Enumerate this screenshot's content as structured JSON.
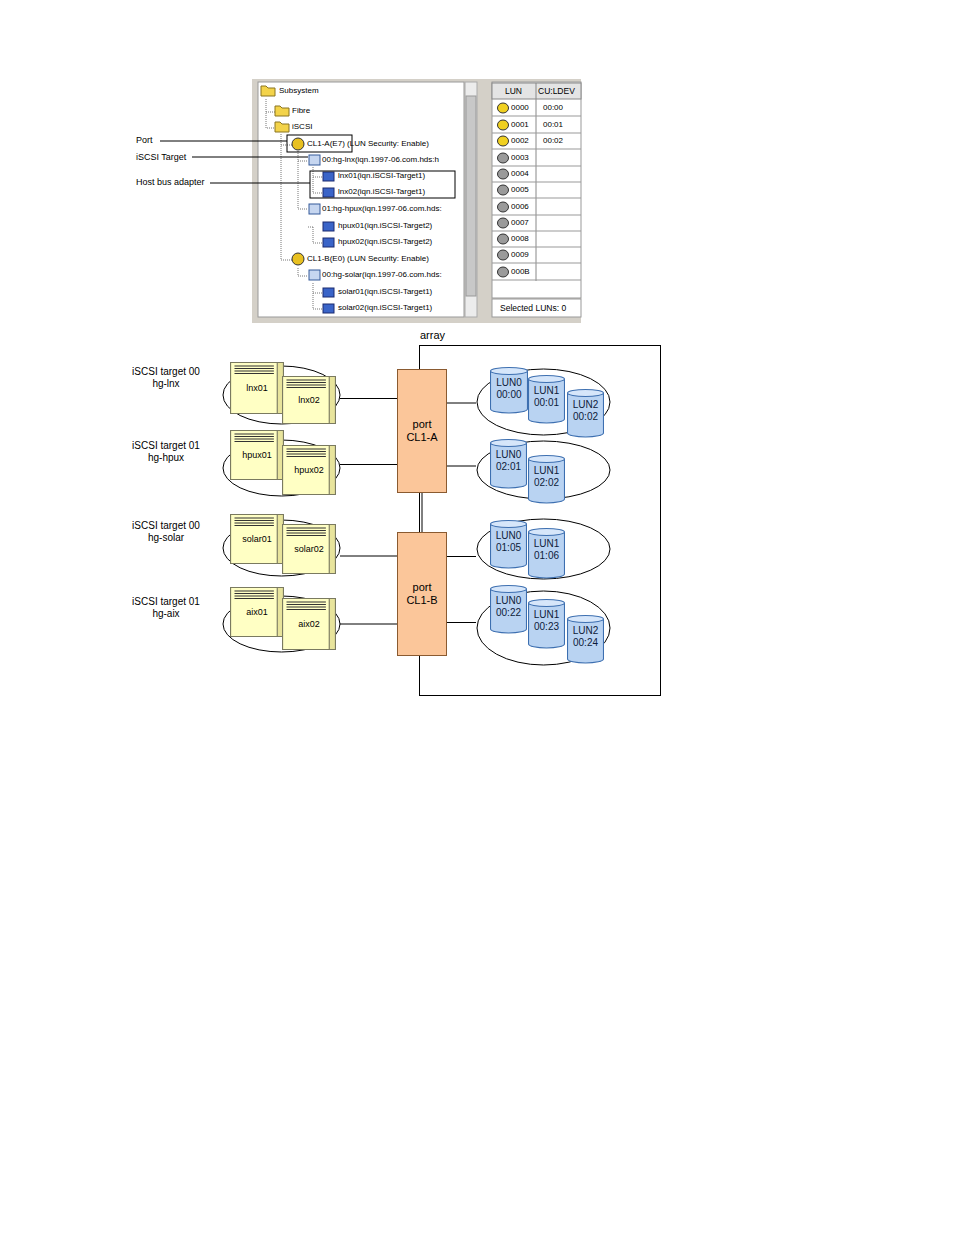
{
  "diagram": {
    "nodes": [
      {
        "text": [
          "array"
        ]
      },
      {
        "text": [
          "port CL1-A"
        ],
        "in": 0
      },
      {
        "text": [
          "port CL1-B"
        ],
        "in": 0
      },
      {
        "text": [
          "iSCSI target 00 hg-lnx"
        ]
      },
      {
        "text": [
          "lnx01"
        ],
        "in": 3
      },
      {
        "text": [
          "lnx02"
        ],
        "in": 3
      },
      {
        "text": [
          "iSCSI target 01 hg-hpux"
        ]
      },
      {
        "text": [
          "hpux01"
        ],
        "in": 6
      },
      {
        "text": [
          "hpux02"
        ],
        "in": 6
      },
      {
        "text": [
          "iSCSI target 00 hg-solar"
        ]
      },
      {
        "text": [
          "solar01"
        ],
        "in": 9
      },
      {
        "text": [
          "solar02"
        ],
        "in": 9
      },
      {
        "text": [
          "iSCSI target 01 hg-aix"
        ]
      },
      {
        "text": [
          "aix01"
        ],
        "in": 12
      },
      {
        "text": [
          "aix02"
        ],
        "in": 12
      },
      {
        "text": [],
        "in": 0
      },
      {
        "text": [
          "LUN0 00:00"
        ],
        "in": 15
      },
      {
        "text": [
          "LUN1 00:01"
        ],
        "in": 15
      },
      {
        "text": [
          "LUN2 00:02"
        ],
        "in": 15
      },
      {
        "text": [],
        "in": 0
      },
      {
        "text": [
          "LUN0 02:01"
        ],
        "in": 19
      },
      {
        "text": [
          "LUN1 02:02"
        ],
        "in": 19
      },
      {
        "text": [],
        "in": 0
      },
      {
        "text": [
          "LUN0 01:05"
        ],
        "in": 22
      },
      {
        "text": [
          "LUN1 01:06"
        ],
        "in": 22
      },
      {
        "text": [],
        "in": 0
      },
      {
        "text": [
          "LUN0 00:22"
        ],
        "in": 25
      },
      {
        "text": [
          "LUN1 00:23"
        ],
        "in": 25
      },
      {
        "text": [
          "LUN2 00:24"
        ],
        "in": 25
      }
    ],
    "edges": [
      {
        "from": 3,
        "to": 1,
        "arrow": "none"
      },
      {
        "from": 6,
        "to": 1,
        "arrow": "none"
      },
      {
        "from": 1,
        "to": 15,
        "arrow": "none"
      },
      {
        "from": 1,
        "to": 19,
        "arrow": "none"
      },
      {
        "from": 1,
        "to": 2,
        "arrow": "none"
      },
      {
        "from": 9,
        "to": 2,
        "arrow": "none"
      },
      {
        "from": 12,
        "to": 2,
        "arrow": "none"
      },
      {
        "from": 2,
        "to": 22,
        "arrow": "none"
      },
      {
        "from": 2,
        "to": 25,
        "arrow": "none"
      }
    ],
    "labels": [
      "Port",
      "iSCSI Target",
      "Host bus adapter",
      "Subsystem",
      "Fibre",
      "iSCSI",
      "CL1-A(E7) (LUN Security: Enable)",
      "00:hg-lnx(iqn.1997-06.com.hds:h",
      "lnx01(iqn.iSCSI-Target1)",
      "lnx02(iqn.iSCSI-Target1)",
      "01:hg-hpux(iqn.1997-06.com.hds:",
      "hpux01(iqn.iSCSI-Target2)",
      "hpux02(iqn.iSCSI-Target2)",
      "CL1-B(E0) (LUN Security: Enable)",
      "00:hg-solar(iqn.1997-06.com.hds:",
      "solar01(iqn.iSCSI-Target1)",
      "solar02(iqn.iSCSI-Target1)",
      "LUN",
      "CU:LDEV",
      "0000",
      "00:00",
      "0001",
      "00:01",
      "0002",
      "00:02",
      "0003",
      "0004",
      "0005",
      "0006",
      "0007",
      "0008",
      "0009",
      "000B",
      "Selected LUNs: 0"
    ]
  }
}
